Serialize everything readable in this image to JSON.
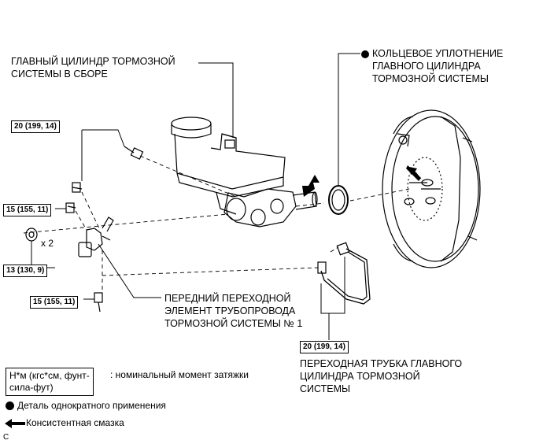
{
  "labels": {
    "master_cylinder": "ГЛАВНЫЙ ЦИЛИНДР ТОРМОЗНОЙ\nСИСТЕМЫ В СБОРЕ",
    "o_ring": "КОЛЬЦЕВОЕ УПЛОТНЕНИЕ\nГЛАВНОГО ЦИЛИНДРА\nТОРМОЗНОЙ СИСТЕМЫ",
    "front_union": "ПЕРЕДНИЙ ПЕРЕХОДНОЙ\nЭЛЕМЕНТ ТРУБОПРОВОДА\nТОРМОЗНОЙ СИСТЕМЫ № 1",
    "transfer_tube": "ПЕРЕХОДНАЯ ТРУБКА ГЛАВНОГО\nЦИЛИНДРА ТОРМОЗНОЙ\nСИСТЕМЫ",
    "times_two": "x 2"
  },
  "torques": {
    "t1": "20 (199, 14)",
    "t2": "15 (155, 11)",
    "t3": "13 (130, 9)",
    "t4": "15 (155, 11)",
    "t5": "20 (199, 14)"
  },
  "legend": {
    "unit_box": "Н*м (кгс*см, фунт-\nсила-фут)",
    "unit_desc": ": номинальный момент затяжки",
    "single_use": "Деталь однократного применения",
    "grease": "Консистентная смазка",
    "corner_code": "C"
  }
}
